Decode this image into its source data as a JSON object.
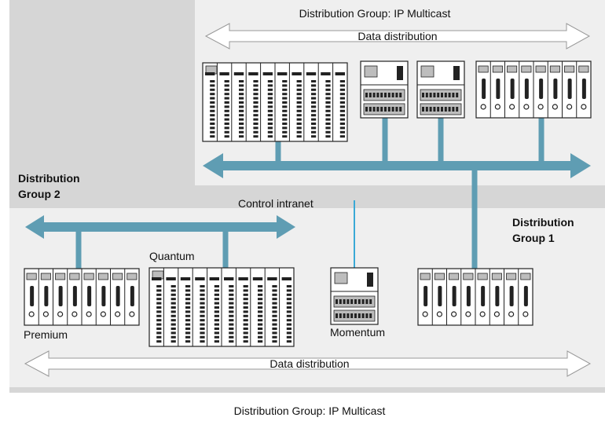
{
  "texts": {
    "group_multicast_top": "Distribution Group: IP Multicast",
    "data_distribution_top": "Data distribution",
    "group2_line1": "Distribution",
    "group2_line2": "Group 2",
    "control_intranet": "Control intranet",
    "group1_line1": "Distribution",
    "group1_line2": "Group 1",
    "quantum": "Quantum",
    "premium": "Premium",
    "momentum": "Momentum",
    "data_distribution_bottom": "Data distribution",
    "caption": "Distribution Group: IP Multicast"
  },
  "colors": {
    "outer_panel": "#d6d6d6",
    "inner_panel": "#efefef",
    "bus": "#5f9db3",
    "arrow_fill": "#ffffff",
    "arrow_stroke": "#999999",
    "momentum_link": "#3aa9d6"
  }
}
